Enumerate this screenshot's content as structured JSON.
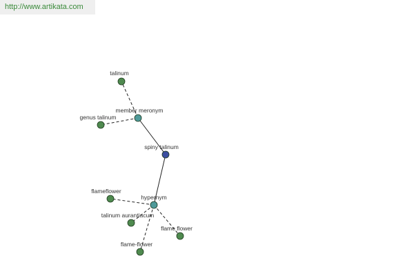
{
  "source_link": "http://www.artikata.com",
  "colors": {
    "leaf": "#4f8a4f",
    "relation": "#4f9a9a",
    "center": "#3b4ea0"
  },
  "nodes": [
    {
      "id": "center",
      "label": "spiny talinum",
      "kind": "center"
    },
    {
      "id": "rel_meronym",
      "label": "member meronym",
      "kind": "relation"
    },
    {
      "id": "rel_hypernym",
      "label": "hypernym",
      "kind": "relation"
    },
    {
      "id": "talinum",
      "label": "talinum",
      "kind": "leaf"
    },
    {
      "id": "genus_talinum",
      "label": "genus talinum",
      "kind": "leaf"
    },
    {
      "id": "flameflower",
      "label": "flameflower",
      "kind": "leaf"
    },
    {
      "id": "talinum_aurantiacum",
      "label": "talinum aurantiacum",
      "kind": "leaf"
    },
    {
      "id": "flame_flower",
      "label": "flame flower",
      "kind": "leaf"
    },
    {
      "id": "flame_flower_hyph",
      "label": "flame-flower",
      "kind": "leaf"
    }
  ],
  "edges": [
    {
      "from": "center",
      "to": "rel_meronym",
      "style": "solid"
    },
    {
      "from": "center",
      "to": "rel_hypernym",
      "style": "solid"
    },
    {
      "from": "rel_meronym",
      "to": "talinum",
      "style": "dashed"
    },
    {
      "from": "rel_meronym",
      "to": "genus_talinum",
      "style": "dashed"
    },
    {
      "from": "rel_hypernym",
      "to": "flameflower",
      "style": "dashed"
    },
    {
      "from": "rel_hypernym",
      "to": "talinum_aurantiacum",
      "style": "dashed"
    },
    {
      "from": "rel_hypernym",
      "to": "flame_flower",
      "style": "dashed"
    },
    {
      "from": "rel_hypernym",
      "to": "flame_flower_hyph",
      "style": "dashed"
    }
  ]
}
